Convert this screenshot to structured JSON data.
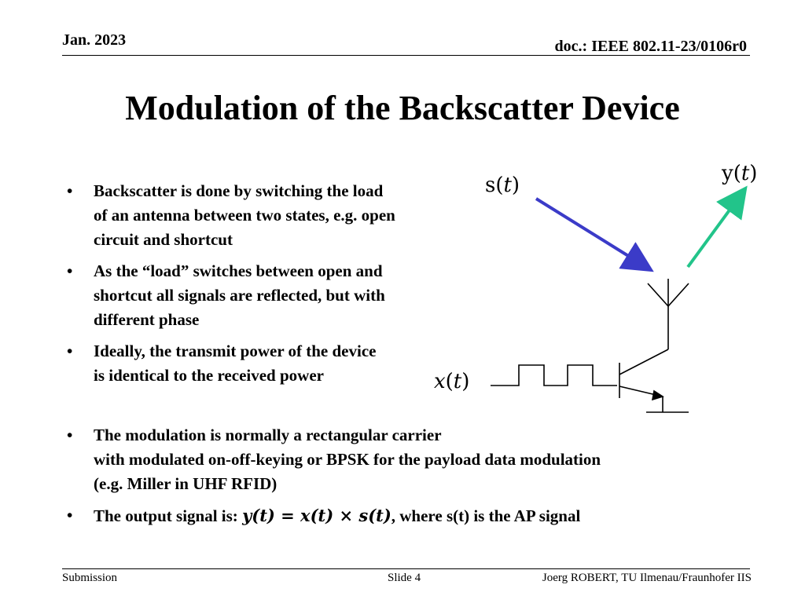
{
  "header": {
    "date": "Jan. 2023",
    "doc_id": "doc.: IEEE 802.11-23/0106r0"
  },
  "title": "Modulation of the Backscatter Device",
  "bullets_top": [
    [
      "Backscatter is done by switching the load",
      "of an antenna between two states, e.g. open",
      "circuit and shortcut"
    ],
    [
      "As the “load” switches between open and",
      "shortcut all signals are reflected, but with",
      "different phase"
    ],
    [
      "Ideally, the transmit power of the device",
      "is identical to the received power"
    ]
  ],
  "bullets_bottom": {
    "b1": [
      "The modulation is normally a rectangular carrier",
      "with modulated on-off-keying or BPSK for the payload data modulation",
      "(e.g. Miller in UHF RFID)"
    ],
    "b2_prefix": "The output signal is: ",
    "b2_formula": "𝒚(𝒕) = 𝒙(𝒕) × 𝒔(𝒕)",
    "b2_suffix": ", where s(t) is the AP signal"
  },
  "diagram": {
    "incoming_label": "s(𝑡)",
    "outgoing_label": "y(𝑡)",
    "input_label": "𝑥(𝑡)",
    "incoming_color": "#3b3bc8",
    "outgoing_color": "#22c48a"
  },
  "footer": {
    "left": "Submission",
    "center": "Slide 4",
    "right": "Joerg ROBERT, TU Ilmenau/Fraunhofer IIS"
  }
}
